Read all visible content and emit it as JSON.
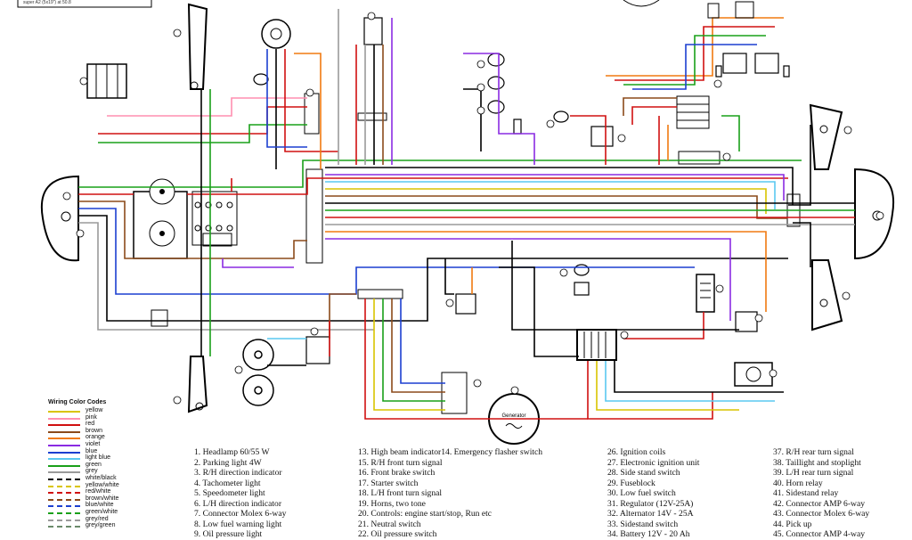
{
  "top_note": "super A2 (5x19\") at 50.8",
  "legend": {
    "title": "Wiring Color Codes",
    "items": [
      {
        "name": "yellow",
        "color": "#d9c400"
      },
      {
        "name": "pink",
        "color": "#ff8fb0"
      },
      {
        "name": "red",
        "color": "#d01010"
      },
      {
        "name": "brown",
        "color": "#8b4a1a"
      },
      {
        "name": "orange",
        "color": "#f07a10"
      },
      {
        "name": "violet",
        "color": "#8a2be2"
      },
      {
        "name": "blue",
        "color": "#1c3fd0"
      },
      {
        "name": "light blue",
        "color": "#5ac8f0"
      },
      {
        "name": "green",
        "color": "#19a019"
      },
      {
        "name": "grey",
        "color": "#9a9a9a"
      },
      {
        "name": "white/black",
        "color": "#000000"
      },
      {
        "name": "yellow/white",
        "color": "#d9c400"
      },
      {
        "name": "red/white",
        "color": "#d01010"
      },
      {
        "name": "brown/white",
        "color": "#8b4a1a"
      },
      {
        "name": "blue/white",
        "color": "#1c3fd0"
      },
      {
        "name": "green/white",
        "color": "#19a019"
      },
      {
        "name": "grey/red",
        "color": "#9a9a9a"
      },
      {
        "name": "grey/green",
        "color": "#6a8a6a"
      }
    ]
  },
  "parts": {
    "col1": [
      "1. Headlamp 60/55 W",
      "2. Parking light 4W",
      "3. R/H direction indicator",
      "4. Tachometer light",
      "5. Speedometer light",
      "6. L/H direction indicator",
      "7. Connector Molex 6-way",
      "8. Low fuel warning light",
      "9. Oil pressure light"
    ],
    "col2": [
      "13. High beam indicator14. Emergency flasher switch",
      "15. R/H front turn signal",
      "16. Front brake switch",
      "17. Starter switch",
      "18. L/H front turn signal",
      "19. Horns, two tone",
      "20. Controls: engine start/stop, Run etc",
      "21. Neutral switch",
      "22. Oil pressure switch"
    ],
    "col3": [
      "26. Ignition coils",
      "27. Electronic ignition unit",
      "28. Side stand switch",
      "29. Fuseblock",
      "30. Low fuel switch",
      "31. Regulator (12V-25A)",
      "32. Alternator  14V - 25A",
      "33. Sidestand switch",
      "34. Battery 12V - 20 Ah"
    ],
    "col4": [
      "37. R/H rear turn signal",
      "38. Taillight and stoplight",
      "39. L/H rear turn signal",
      "40. Horn relay",
      "41. Sidestand relay",
      "42. Connector AMP 6-way",
      "43. Connector Molex 6-way",
      "44. Pick up",
      "45. Connector AMP 4-way"
    ]
  },
  "diagram": {
    "generator_label": "Generator"
  }
}
